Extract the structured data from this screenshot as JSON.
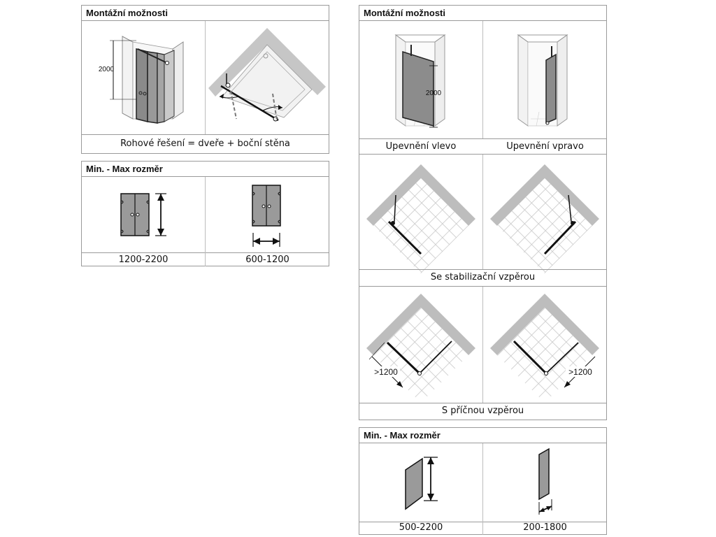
{
  "left": {
    "mounting": {
      "title": "Montážní možnosti",
      "caption": "Rohové řešení = dveře + boční stěna",
      "height_label": "2000"
    },
    "size": {
      "title": "Min. - Max rozměr",
      "height_range": "1200-2200",
      "width_range": "600-1200"
    }
  },
  "right": {
    "mounting": {
      "title": "Montážní možnosti",
      "left_caption": "Upevnění vlevo",
      "right_caption": "Upevnění vpravo",
      "height_label": "2000",
      "stabilizer_caption": "Se stabilizační vzpěrou",
      "cross_caption": "S příčnou vzpěrou",
      "cross_left_label": ">1200",
      "cross_right_label": ">1200"
    },
    "size": {
      "title": "Min. - Max rozměr",
      "height_range": "500-2200",
      "width_range": "200-1800"
    }
  }
}
